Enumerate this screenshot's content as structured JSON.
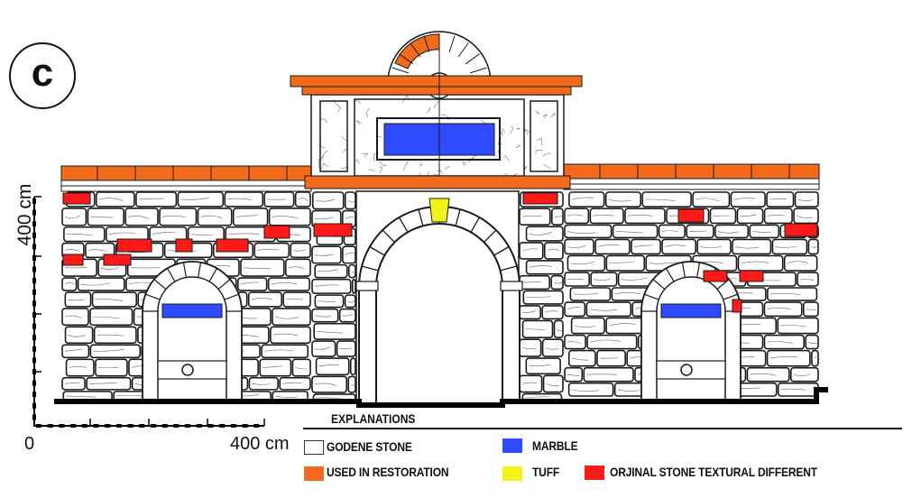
{
  "panel_label": "c",
  "scale": {
    "vertical_label": "400 cm",
    "horizontal_start": "0",
    "horizontal_end": "400 cm"
  },
  "legend": {
    "title": "EXPLANATIONS",
    "items": [
      {
        "label": "GODENE STONE",
        "color": "#ffffff"
      },
      {
        "label": "MARBLE",
        "color": "#2e4bff"
      },
      {
        "label": "USED IN RESTORATION",
        "color": "#f26b1d"
      },
      {
        "label": "TUFF",
        "color": "#f5f21a"
      },
      {
        "label": "ORJINAL STONE TEXTURAL DIFFERENT",
        "color": "#ff1a1a"
      }
    ]
  },
  "colors": {
    "restoration": "#f26b1d",
    "marble": "#2e4bff",
    "tuff": "#f5f21a",
    "different": "#ff1a1a",
    "line": "#1a1a1a"
  }
}
